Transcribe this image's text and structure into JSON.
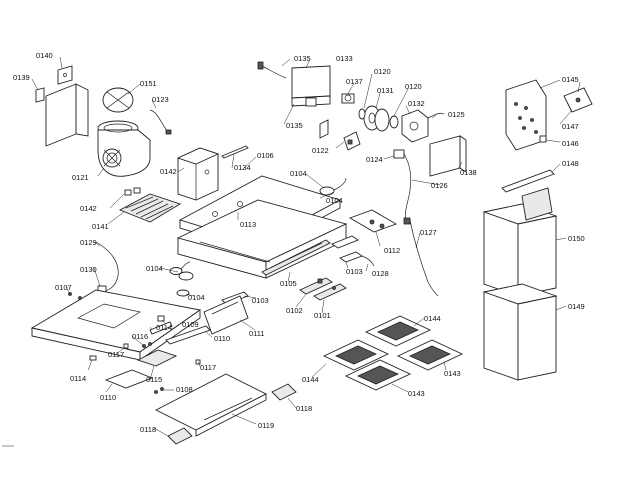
{
  "callouts": {
    "c0101": "0101",
    "c0102": "0102",
    "c0103a": "0103",
    "c0103b": "0103",
    "c0104a": "0104",
    "c0104b": "0104",
    "c0104c": "0104",
    "c0104d": "0104",
    "c0105": "0105",
    "c0106": "0106",
    "c0107": "0107",
    "c0108": "0108",
    "c0109": "0109",
    "c0110a": "0110",
    "c0110b": "0110",
    "c0111": "0111",
    "c0112": "0112",
    "c0113": "0113",
    "c0114a": "0114",
    "c0114b": "0114",
    "c0115": "0115",
    "c0116": "0116",
    "c0117a": "0117",
    "c0117b": "0117",
    "c0118a": "0118",
    "c0118b": "0118",
    "c0119": "0119",
    "c0120a": "0120",
    "c0120b": "0120",
    "c0121": "0121",
    "c0122": "0122",
    "c0123": "0123",
    "c0124": "0124",
    "c0125": "0125",
    "c0126": "0126",
    "c0127": "0127",
    "c0128": "0128",
    "c0129": "0129",
    "c0130": "0130",
    "c0131": "0131",
    "c0132": "0132",
    "c0133": "0133",
    "c0134": "0134",
    "c0135a": "0135",
    "c0135b": "0135",
    "c0137": "0137",
    "c0138": "0138",
    "c0139": "0139",
    "c0140": "0140",
    "c0141": "0141",
    "c0142a": "0142",
    "c0142b": "0142",
    "c0143a": "0143",
    "c0143b": "0143",
    "c0144a": "0144",
    "c0144b": "0144",
    "c0145": "0145",
    "c0146": "0146",
    "c0147": "0147",
    "c0148": "0148",
    "c0149": "0149",
    "c0150": "0150",
    "c0151": "0151"
  }
}
